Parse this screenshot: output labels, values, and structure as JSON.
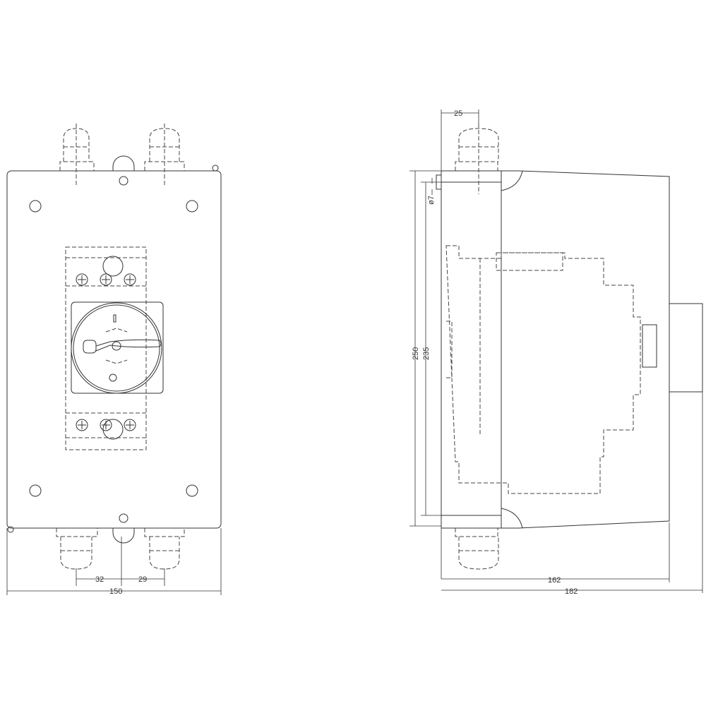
{
  "dimensions": {
    "front_width": "150",
    "gland_offset_left": "32",
    "gland_offset_right": "29",
    "side_gland_offset": "25",
    "mount_hole_diameter": "ø7",
    "total_height": "250",
    "hole_spacing": "235",
    "body_depth": "162",
    "total_depth": "182"
  }
}
